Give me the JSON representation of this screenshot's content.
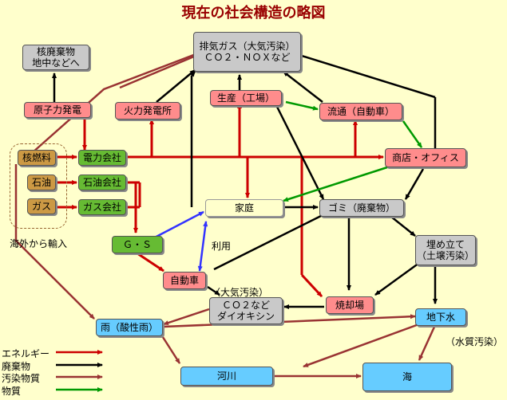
{
  "title": "現在の社会構造の略図",
  "nodes": {
    "exhaust": "排気ガス（大気汚染）\nＣＯ２・ＮＯＸなど",
    "nuclear_waste": "核廃棄物\n地中などへ",
    "nuclear_plant": "原子力発電",
    "thermal_plant": "火力発電所",
    "production": "生産（工場）",
    "distribution": "流通（自動車）",
    "nuclear_fuel": "核燃料",
    "oil": "石油",
    "gas": "ガス",
    "power_company": "電力会社",
    "oil_company": "石油会社",
    "gas_company": "ガス会社",
    "shop_office": "商店・オフィス",
    "household": "家庭",
    "garbage": "ゴミ（廃棄物）",
    "gs": "Ｇ・Ｓ",
    "car": "自動車",
    "landfill": "埋め立て\n（土壌汚染）",
    "dioxin": "ＣＯ２など\nダイオキシン",
    "incinerator": "焼却場",
    "acid_rain": "雨（酸性雨）",
    "groundwater": "地下水",
    "river": "河川",
    "sea": "海"
  },
  "labels": {
    "import": "海外から輸入",
    "use": "利用",
    "air_pollution": "（大気汚染）",
    "water_pollution": "（水質汚染）"
  },
  "legend": [
    {
      "label": "エネルギー",
      "color": "#cc0000"
    },
    {
      "label": "廃棄物",
      "color": "#000000"
    },
    {
      "label": "汚染物質",
      "color": "#993333"
    },
    {
      "label": "物質",
      "color": "#009900"
    }
  ],
  "colors": {
    "energy": "#cc0000",
    "waste": "#000000",
    "pollutant": "#993333",
    "material": "#009900",
    "usage": "#3333ff"
  }
}
